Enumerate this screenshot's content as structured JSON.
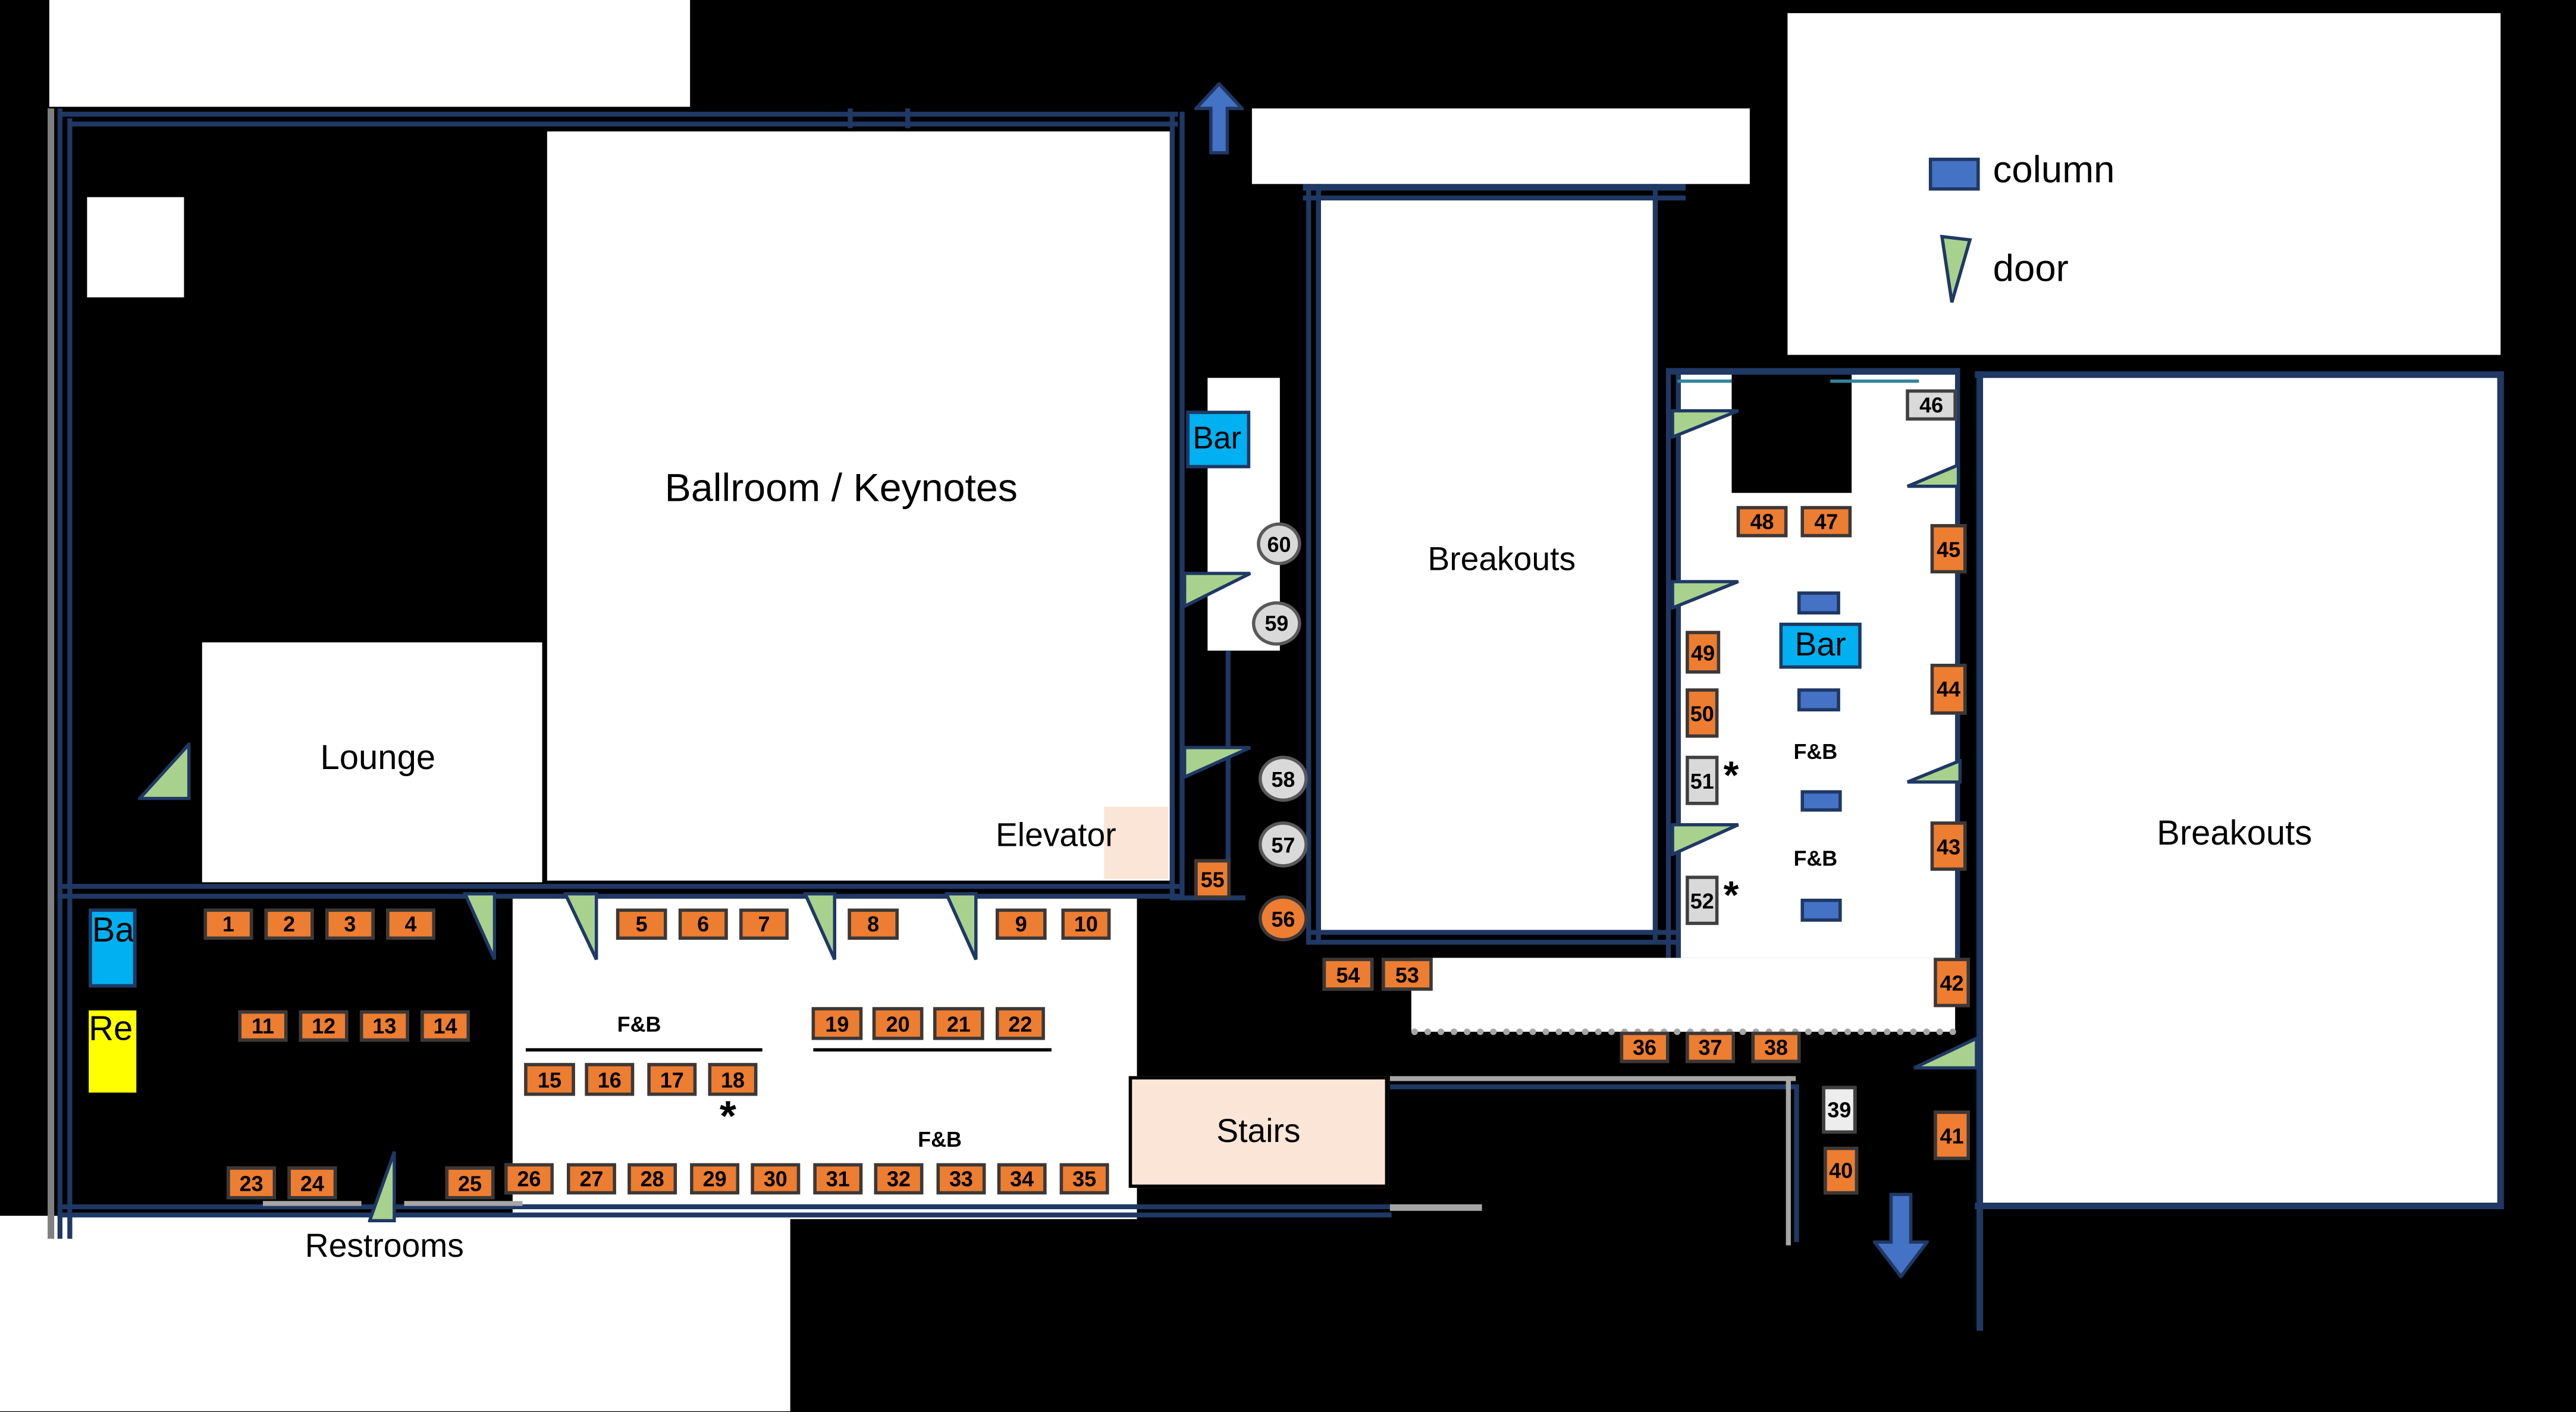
{
  "legend": {
    "items": [
      {
        "icon": "column-icon",
        "label": "column"
      },
      {
        "icon": "door-icon",
        "label": "door"
      }
    ]
  },
  "rooms": {
    "ballroom": "Ballroom / Keynotes",
    "lounge": "Lounge",
    "breakouts_middle": "Breakouts",
    "breakouts_right": "Breakouts",
    "stairs": "Stairs",
    "elevator": "Elevator",
    "restrooms": "Restrooms"
  },
  "labels": {
    "bar_corridor": "Bar",
    "bar_hall": "Bar",
    "bar_left": "Ba",
    "reg_left": "Re",
    "fnb": "F&B",
    "asterisk": "*"
  },
  "booths": {
    "labels": [
      "1",
      "2",
      "3",
      "4",
      "5",
      "6",
      "7",
      "8",
      "9",
      "10",
      "11",
      "12",
      "13",
      "14",
      "15",
      "16",
      "17",
      "18",
      "19",
      "20",
      "21",
      "22",
      "23",
      "24",
      "25",
      "26",
      "27",
      "28",
      "29",
      "30",
      "31",
      "32",
      "33",
      "34",
      "35",
      "36",
      "37",
      "38",
      "39",
      "40",
      "41",
      "42",
      "43",
      "44",
      "45",
      "46",
      "47",
      "48",
      "49",
      "50",
      "51",
      "52",
      "53",
      "54",
      "55"
    ]
  },
  "circles": {
    "labels": [
      "56",
      "57",
      "58",
      "59",
      "60"
    ]
  },
  "colors": {
    "wall_navy": "#1F3864",
    "booth_orange": "#ED7D31",
    "booth_gray": "#D9D9D9",
    "door_green": "#A9D18E",
    "column_blue": "#4472C4",
    "bar_cyan": "#00B0F0",
    "registration_yellow": "#FFFF00",
    "room_peach": "#FBE5D6",
    "arrow_blue": "#4472C4",
    "accent_teal": "#31859C"
  }
}
